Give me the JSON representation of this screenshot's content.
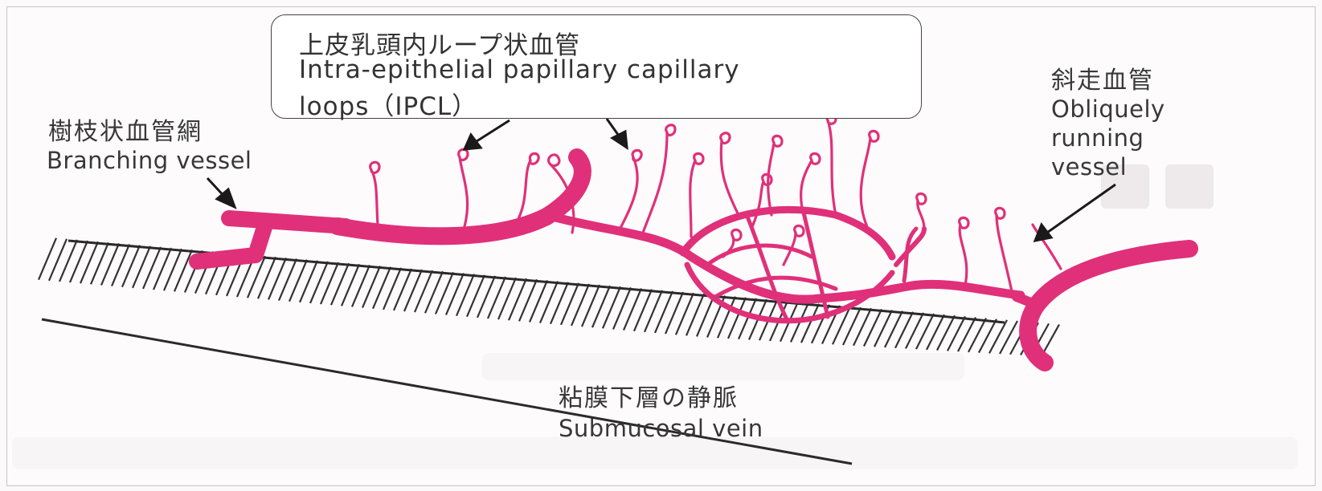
{
  "labels": {
    "ipcl": {
      "jp": "上皮乳頭内ループ状血管",
      "en_line1": "Intra-epithelial papillary capillary",
      "en_line2": "loops（IPCL）"
    },
    "branching": {
      "jp": "樹枝状血管網",
      "en": "Branching vessel"
    },
    "oblique": {
      "jp": "斜走血管",
      "en_line1": "Obliquely",
      "en_line2": "running",
      "en_line3": "vessel"
    },
    "submucosal": {
      "jp": "粘膜下層の静脈",
      "en": "Submucosal vein"
    }
  },
  "colors": {
    "vessel": "#e0307a",
    "ink": "#2a2a2a",
    "watermark": "#ece6e7"
  }
}
